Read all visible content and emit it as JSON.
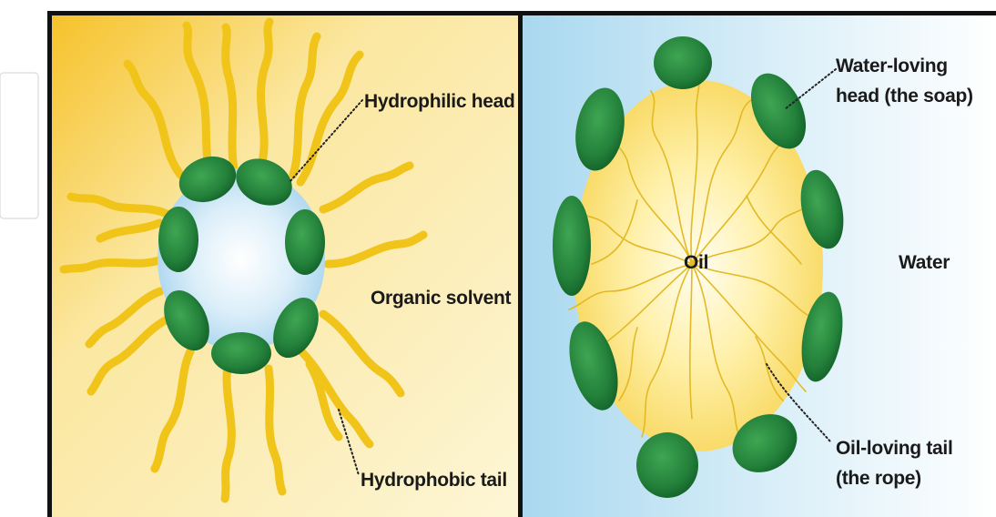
{
  "panels": {
    "left": {
      "labels": {
        "head": "Hydrophilic head",
        "solvent": "Organic solvent",
        "tail": "Hydrophobic tail"
      }
    },
    "right": {
      "labels": {
        "head_line1": "Water-loving",
        "head_line2": "head (the soap)",
        "oil": "Oil",
        "water": "Water",
        "tail_line1": "Oil-loving tail",
        "tail_line2": "(the rope)"
      }
    }
  },
  "colors": {
    "head_green": "#2a8a3a",
    "tail_yellow": "#f0c419",
    "left_bg": "#fbeaa0",
    "right_bg": "#cfe9f5",
    "oil_core": "#fff6c8",
    "frame": "#111111"
  }
}
